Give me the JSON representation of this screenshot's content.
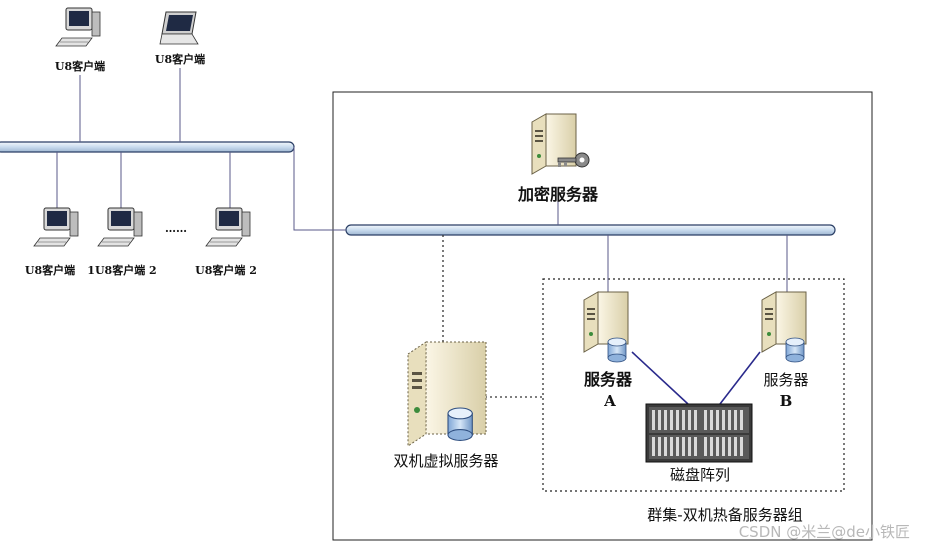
{
  "labels": {
    "client_top_1": "U8客户端",
    "client_top_2": "U8客户端",
    "client_bottom_1": "U8客户端",
    "client_bottom_2": "1U8客户端 2",
    "client_ellipsis": "……",
    "client_bottom_3": "U8客户端 2",
    "encryption_server": "加密服务器",
    "virtual_server": "双机虚拟服务器",
    "server_a_name": "服务器",
    "server_a_letter": "A",
    "server_b_name": "服务器",
    "server_b_letter": "B",
    "disk_array": "磁盘阵列",
    "cluster_group": "群集-双机热备服务器组",
    "watermark": "CSDN @米兰@de小铁匠"
  },
  "colors": {
    "bus_fill": "#d8e6f5",
    "bus_stroke": "#2b3f66",
    "link_line": "#5a5a8a",
    "san_link": "#2a2a8c",
    "server_beige": "#efe6c8"
  },
  "icons": {
    "client": "desktop-computer-icon",
    "laptop": "laptop-icon",
    "server": "tower-server-icon",
    "key": "key-icon",
    "database": "database-cylinder-icon",
    "disk_array": "disk-array-icon"
  }
}
